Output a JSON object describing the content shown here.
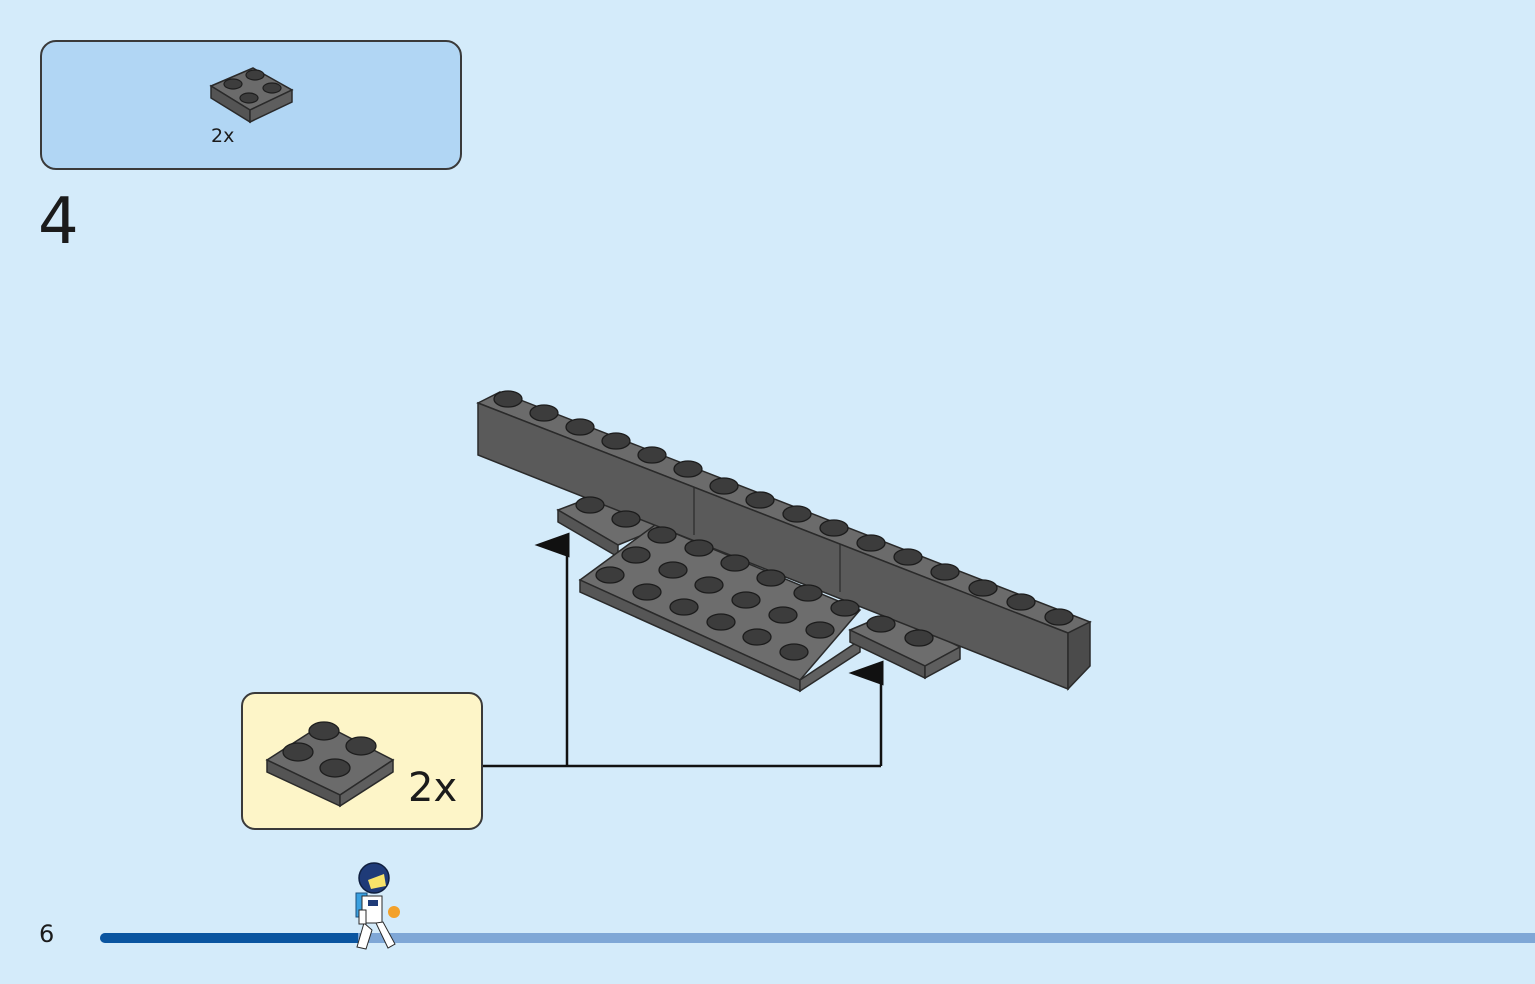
{
  "page": {
    "number": "6",
    "step_number": "4",
    "background_color": "#d4ebfa"
  },
  "parts_list": {
    "quantity": "2x",
    "part_icon": "brick-plate-2x2-icon",
    "background_color": "#b1d6f4"
  },
  "subassembly": {
    "quantity": "2x",
    "part_icon": "brick-plate-2x2-icon",
    "background_color": "#fdf5c8"
  },
  "progress": {
    "fraction": 0.18,
    "marker_icon": "astronaut-minifigure-icon"
  }
}
